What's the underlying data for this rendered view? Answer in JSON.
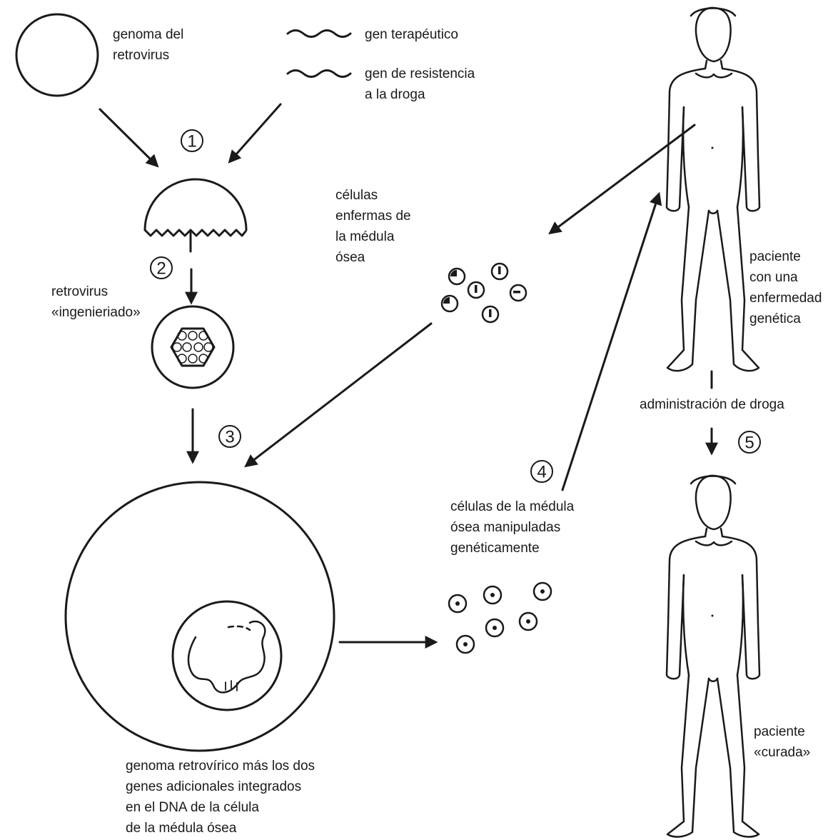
{
  "labels": {
    "retrovirus_genome": "genoma del\nretrovirus",
    "therapeutic_gene": "gen terapéutico",
    "resistance_gene": "gen de resistencia\na la droga",
    "diseased_cells": "células\nenfermas de\nla médula\nósea",
    "engineered_retrovirus": "retrovirus\n«ingenieriado»",
    "patient_disease": "paciente\ncon una\nenfermedad\ngenética",
    "drug_administration": "administración de droga",
    "manipulated_cells": "células de la médula\nósea manipuladas\ngenéticamente",
    "integrated_genome": "genoma retrovírico más los dos\ngenes adicionales integrados\nen el DNA de la célula\nde la médula ósea",
    "patient_cured": "paciente\n«curada»"
  },
  "steps": [
    "1",
    "2",
    "3",
    "4",
    "5"
  ],
  "colors": {
    "ink": "#1a1a1a",
    "background": "#ffffff"
  }
}
